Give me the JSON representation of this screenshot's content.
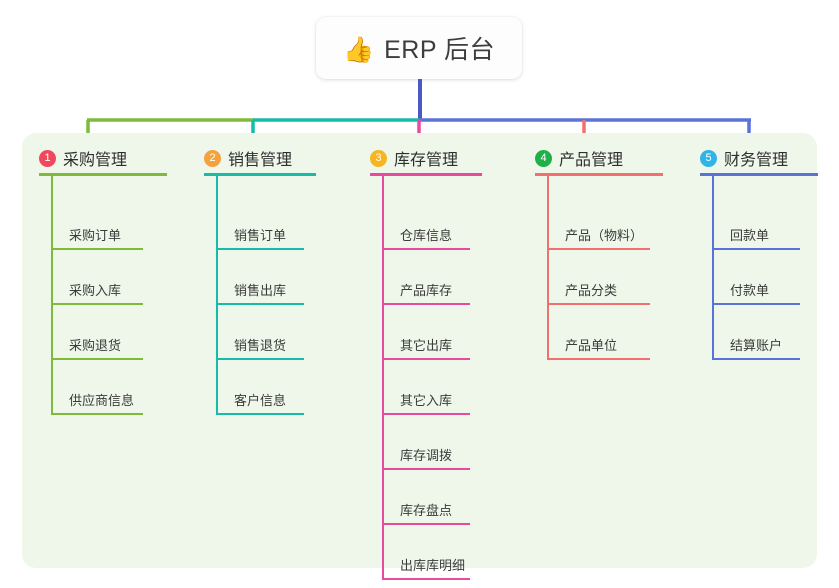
{
  "diagram": {
    "type": "mindmap-tree",
    "root": {
      "emoji": "👍",
      "emoji_name": "thumbs-up-icon",
      "title": "ERP 后台"
    },
    "panel_color": "#eef7ea",
    "root_connector_color": "#4a59c4",
    "columns": [
      {
        "index": "1",
        "title": "采购管理",
        "badge_color": "#f0485c",
        "line_color": "#7fba3d",
        "items": [
          "采购订单",
          "采购入库",
          "采购退货",
          "供应商信息"
        ]
      },
      {
        "index": "2",
        "title": "销售管理",
        "badge_color": "#f5a23c",
        "line_color": "#17bca8",
        "items": [
          "销售订单",
          "销售出库",
          "销售退货",
          "客户信息"
        ]
      },
      {
        "index": "3",
        "title": "库存管理",
        "badge_color": "#f7b51f",
        "line_color": "#e84aa0",
        "items": [
          "仓库信息",
          "产品库存",
          "其它出库",
          "其它入库",
          "库存调拨",
          "库存盘点",
          "出库库明细"
        ]
      },
      {
        "index": "4",
        "title": "产品管理",
        "badge_color": "#1fb04a",
        "line_color": "#f2706e",
        "items": [
          "产品（物料）",
          "产品分类",
          "产品单位"
        ]
      },
      {
        "index": "5",
        "title": "财务管理",
        "badge_color": "#2fb4e8",
        "line_color": "#5b73d8",
        "items": [
          "回款单",
          "付款单",
          "结算账户"
        ]
      }
    ]
  }
}
